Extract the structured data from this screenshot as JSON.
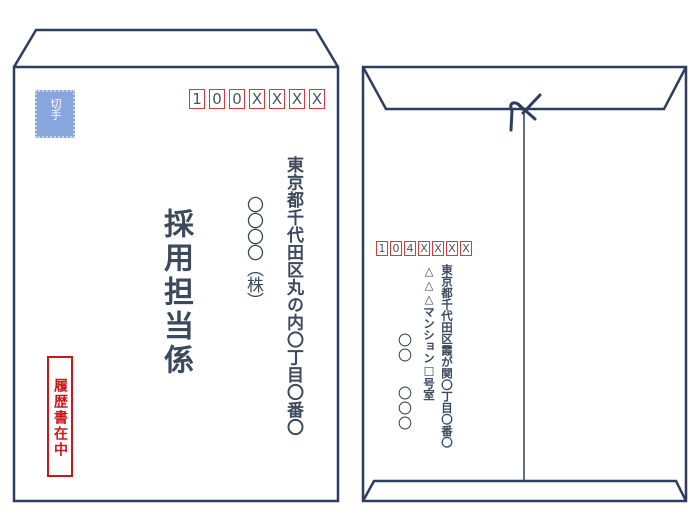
{
  "front_envelope": {
    "postal_code": [
      "1",
      "0",
      "0",
      "X",
      "X",
      "X",
      "X"
    ],
    "stamp_label": "切手",
    "address": "東京都千代田区丸の内〇丁目〇番〇",
    "company": "〇〇〇〇（株）",
    "recipient": "採用担当係",
    "enclosure_label": "履歴書在中",
    "colors": {
      "outline": "#2e3d5e",
      "postal_box": "#d9393f",
      "enclosure": "#c8181e",
      "stamp": "#88a6dc"
    }
  },
  "back_envelope": {
    "postal_code": [
      "1",
      "0",
      "4",
      "X",
      "X",
      "X",
      "X"
    ],
    "address_line1": "東京都千代田区霞が関〇丁目〇番〇",
    "address_line2": "△△△マンション□号室",
    "sender_line1": "〇〇",
    "sender_line2": "〇〇〇",
    "string_tie_icon": "string-tie"
  }
}
